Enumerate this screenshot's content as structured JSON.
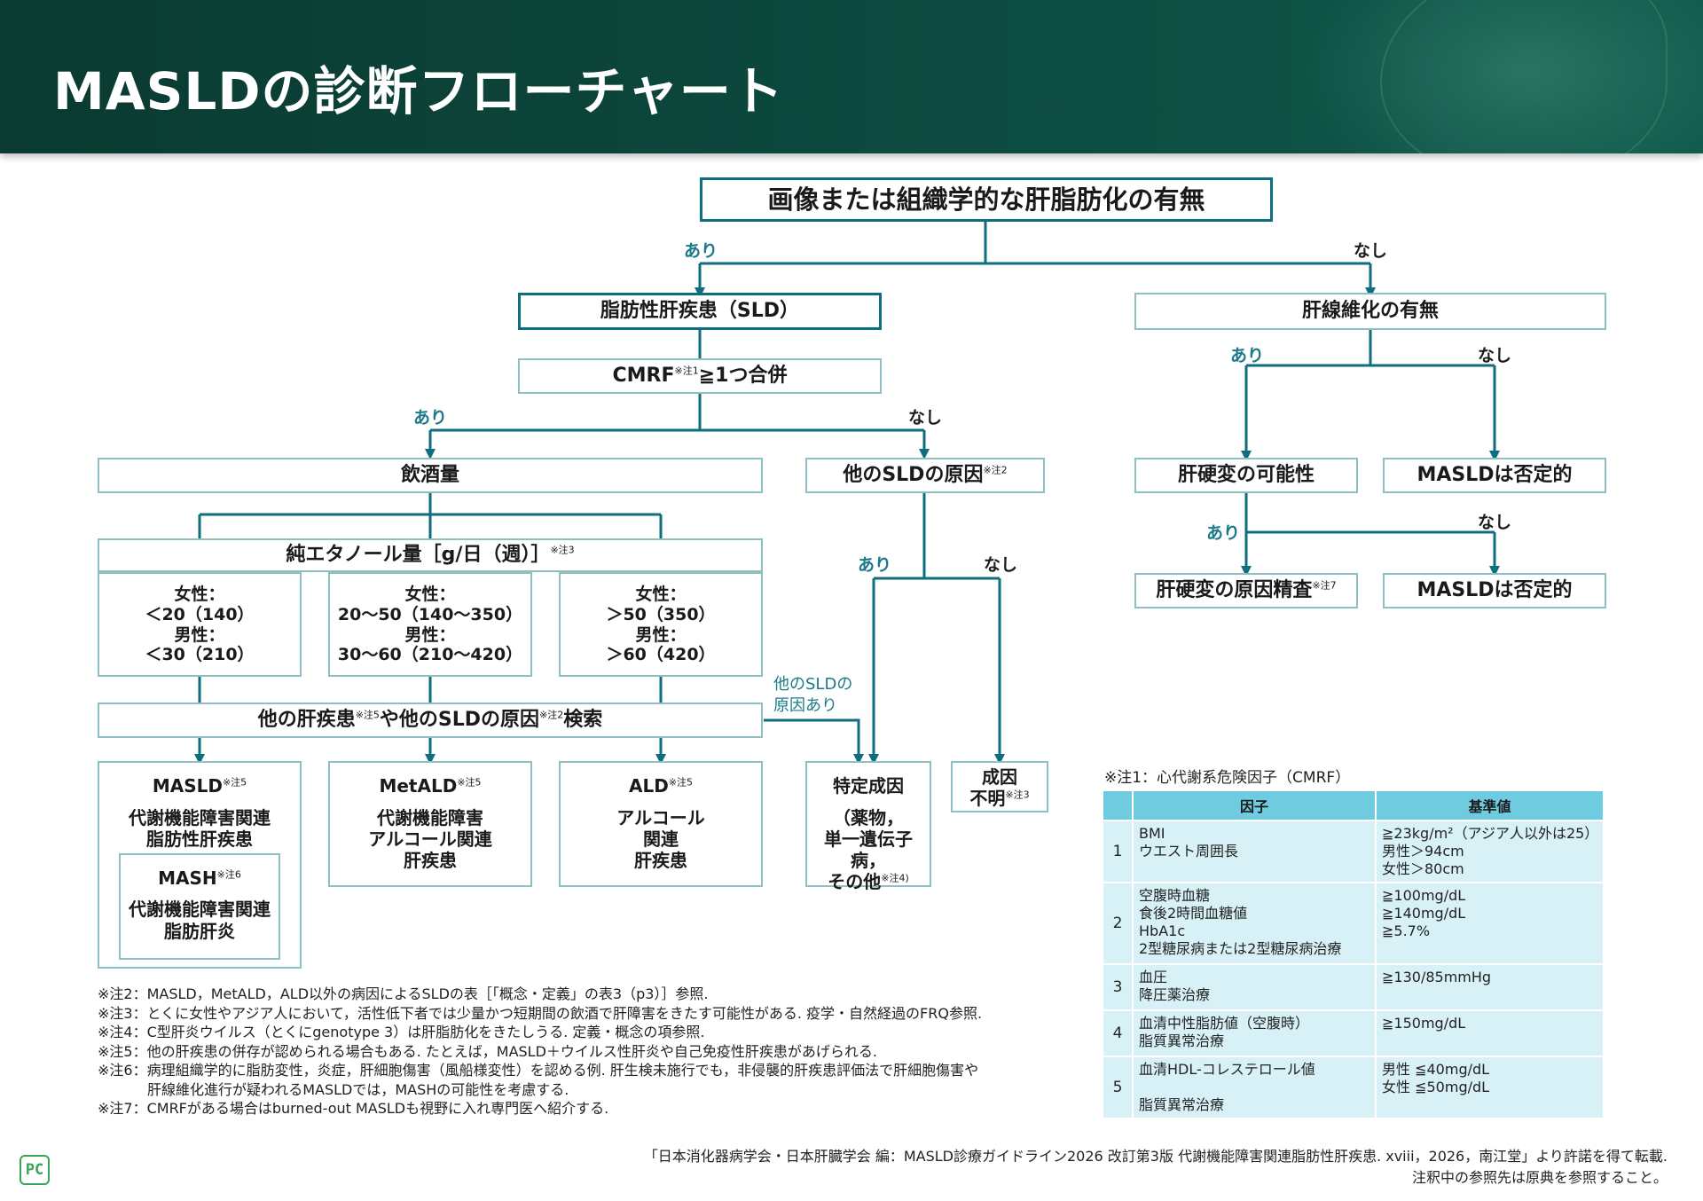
{
  "header": {
    "title": "MASLDの診断フローチャート"
  },
  "flow": {
    "top": "画像または組織学的な肝脂肪化の有無",
    "yes": "あり",
    "no": "なし",
    "sld": "脂肪性肝疾患（SLD）",
    "cmrf_prefix": "CMRF",
    "cmrf_suffix": "≧1つ合併",
    "fibrosis": "肝線維化の有無",
    "alcohol": "飲酒量",
    "other_sld": "他のSLDの原因",
    "cirrhosis_possible": "肝硬変の可能性",
    "masld_negative_1": "MASLDは否定的",
    "cirrhosis_cause": "肝硬変の原因精査",
    "masld_negative_2": "MASLDは否定的",
    "ethanol": "純エタノール量［g/日（週）］",
    "range1": [
      "女性：",
      "＜20（140）",
      "男性：",
      "＜30（210）"
    ],
    "range2": [
      "女性：",
      "20～50（140～350）",
      "男性：",
      "30～60（210～420）"
    ],
    "range3": [
      "女性：",
      "＞50（350）",
      "男性：",
      "＞60（420）"
    ],
    "search_a": "他の肝疾患",
    "search_b": "や他のSLDの原因",
    "search_c": "検索",
    "other_sld_yes_1": "他のSLDの",
    "other_sld_yes_2": "原因あり",
    "masld_name": "MASLD",
    "masld_desc": [
      "代謝機能障害関連",
      "脂肪性肝疾患"
    ],
    "mash_name": "MASH",
    "mash_desc": [
      "代謝機能障害関連",
      "脂肪肝炎"
    ],
    "metald_name": "MetALD",
    "metald_desc": [
      "代謝機能障害",
      "アルコール関連",
      "肝疾患"
    ],
    "ald_name": "ALD",
    "ald_desc": [
      "アルコール",
      "関連",
      "肝疾患"
    ],
    "specific": [
      "特定成因",
      "（薬物，",
      "単一遺伝子病，",
      "その他"
    ],
    "unknown": [
      "成因",
      "不明"
    ],
    "note_marks": {
      "n1": "※注1",
      "n2": "※注2",
      "n3": "※注3",
      "n4": "※注4)",
      "n5": "※注5",
      "n6": "※注6",
      "n7": "※注7"
    }
  },
  "notes": [
    "※注2：MASLD，MetALD，ALD以外の病因によるSLDの表［「概念・定義」の表3（p3）］参照.",
    "※注3：とくに女性やアジア人において，活性低下者では少量かつ短期間の飲酒で肝障害をきたす可能性がある. 疫学・自然経過のFRQ参照.",
    "※注4：C型肝炎ウイルス（とくにgenotype 3）は肝脂肪化をきたしうる. 定義・概念の項参照.",
    "※注5：他の肝疾患の併存が認められる場合もある. たとえば，MASLD＋ウイルス性肝炎や自己免疫性肝疾患があげられる.",
    "※注6：病理組織学的に脂肪変性，炎症，肝細胞傷害（風船様変性）を認める例. 肝生検未施行でも，非侵襲的肝疾患評価法で肝細胞傷害や",
    "肝線維化進行が疑われるMASLDでは，MASHの可能性を考慮する.",
    "※注7：CMRFがある場合はburned-out MASLDも視野に入れ専門医へ紹介する."
  ],
  "cmrf_table": {
    "title": "※注1：心代謝系危険因子（CMRF）",
    "headers": [
      "因子",
      "基準値"
    ],
    "rows": [
      {
        "num": "1",
        "factors": [
          "BMI",
          "ウエスト周囲長"
        ],
        "criteria": [
          "≧23kg/m²（アジア人以外は25）",
          "男性＞94cm",
          "女性＞80cm"
        ]
      },
      {
        "num": "2",
        "factors": [
          "空腹時血糖",
          "食後2時間血糖値",
          "HbA1c",
          "2型糖尿病または2型糖尿病治療"
        ],
        "criteria": [
          "≧100mg/dL",
          "≧140mg/dL",
          "≧5.7%"
        ]
      },
      {
        "num": "3",
        "factors": [
          "血圧",
          "降圧薬治療"
        ],
        "criteria": [
          "≧130/85mmHg"
        ]
      },
      {
        "num": "4",
        "factors": [
          "血清中性脂肪値（空腹時）",
          "脂質異常治療"
        ],
        "criteria": [
          "≧150mg/dL"
        ]
      },
      {
        "num": "5",
        "factors": [
          "血清HDL-コレステロール値",
          "",
          "脂質異常治療"
        ],
        "criteria": [
          "男性 ≦40mg/dL",
          "女性 ≦50mg/dL"
        ]
      }
    ]
  },
  "source": [
    "「日本消化器病学会・日本肝臓学会 編：MASLD診療ガイドライン2026 改訂第3版 代謝機能障害関連脂肪性肝疾患. xviii，2026，南江堂」より許諾を得て転載.",
    "注釈中の参照先は原典を参照すること。"
  ],
  "logo": "PC",
  "colors": {
    "header_bg": "#0d4a3f",
    "line": "#0f6e7e",
    "label_teal": "#1a7a8a",
    "box_border": "#8fbfc1",
    "table_head": "#6fcbe0",
    "table_cell": "#d7f1f6"
  }
}
